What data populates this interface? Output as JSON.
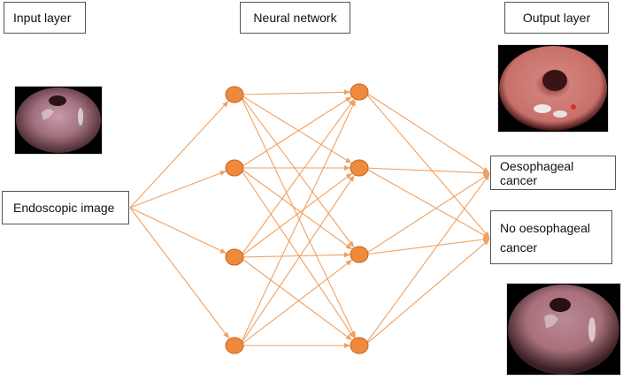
{
  "titles": {
    "input_layer": "Input layer",
    "neural_network": "Neural network",
    "output_layer": "Output layer"
  },
  "input": {
    "label": "Endoscopic image"
  },
  "outputs": {
    "cancer": "Oesophageal cancer",
    "no_cancer": "No oesophageal cancer"
  },
  "colors": {
    "node_fill": "#ef8a3c",
    "node_stroke": "#c8641a",
    "edge": "#f0a060",
    "box_border": "#555555"
  },
  "network": {
    "layer1_nodes": 4,
    "layer2_nodes": 4,
    "fully_connected": true
  },
  "images": {
    "input": "endoscopic-image-thumbnail",
    "output_top": "endoscopic-image-cancer",
    "output_bottom": "endoscopic-image-no-cancer"
  }
}
